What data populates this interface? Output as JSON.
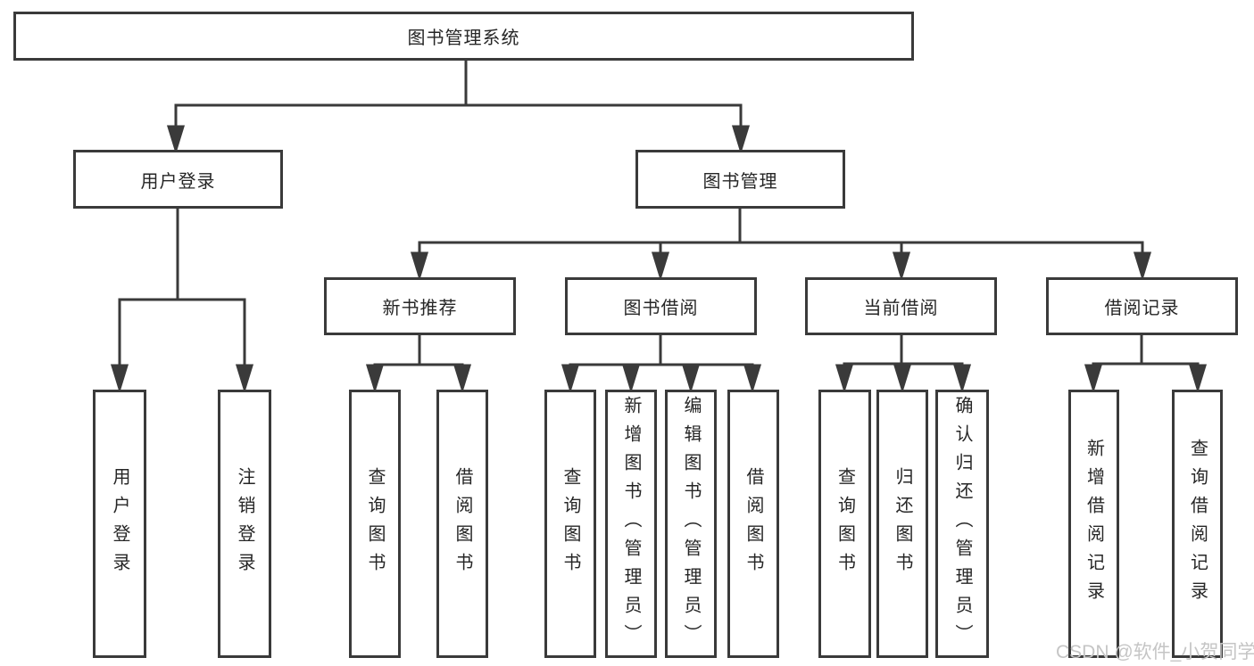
{
  "tree": {
    "root": {
      "label": "图书管理系统"
    },
    "level2": [
      {
        "label": "用户登录",
        "children": [
          {
            "label": "用户登录"
          },
          {
            "label": "注销登录"
          }
        ]
      },
      {
        "label": "图书管理",
        "children": [
          {
            "label": "新书推荐",
            "children": [
              {
                "label": "查询图书"
              },
              {
                "label": "借阅图书"
              }
            ]
          },
          {
            "label": "图书借阅",
            "children": [
              {
                "label": "查询图书"
              },
              {
                "label": "新增图书（管理员）"
              },
              {
                "label": "编辑图书（管理员）"
              },
              {
                "label": "借阅图书"
              }
            ]
          },
          {
            "label": "当前借阅",
            "children": [
              {
                "label": "查询图书"
              },
              {
                "label": "归还图书"
              },
              {
                "label": "确认归还（管理员）"
              }
            ]
          },
          {
            "label": "借阅记录",
            "children": [
              {
                "label": "新增借阅记录"
              },
              {
                "label": "查询借阅记录"
              }
            ]
          }
        ]
      }
    ]
  },
  "watermark": {
    "text": "CSDN @软件_小贺同学"
  },
  "colors": {
    "line": "#3a3a3a",
    "box_border": "#3a3a3a",
    "text": "#262626",
    "watermark": "#c5c5c5",
    "background": "#ffffff"
  }
}
